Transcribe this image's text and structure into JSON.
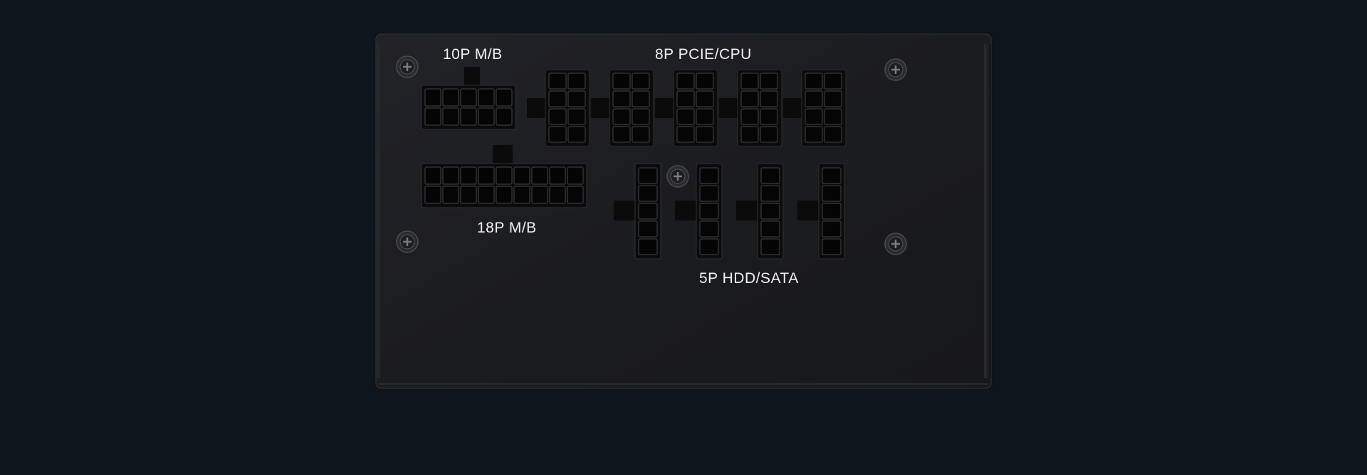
{
  "image": {
    "subject": "Modular power supply rear connector panel",
    "colors": {
      "background": "#0d151d",
      "panel": "#1b1c1e",
      "socket": "#0b0b0c",
      "label_text": "#f2f2f2"
    }
  },
  "labels": {
    "mb_10p": "10P M/B",
    "pcie_cpu_8p": "8P PCIE/CPU",
    "mb_18p": "18P M/B",
    "hdd_sata_5p": "5P HDD/SATA"
  },
  "connectors": {
    "mb_10p_count": 1,
    "pcie_cpu_8p_count": 5,
    "mb_18p_count": 1,
    "hdd_sata_5p_count": 4
  },
  "screw_icons": [
    "screw-icon",
    "screw-icon",
    "screw-icon",
    "screw-icon",
    "screw-icon"
  ]
}
